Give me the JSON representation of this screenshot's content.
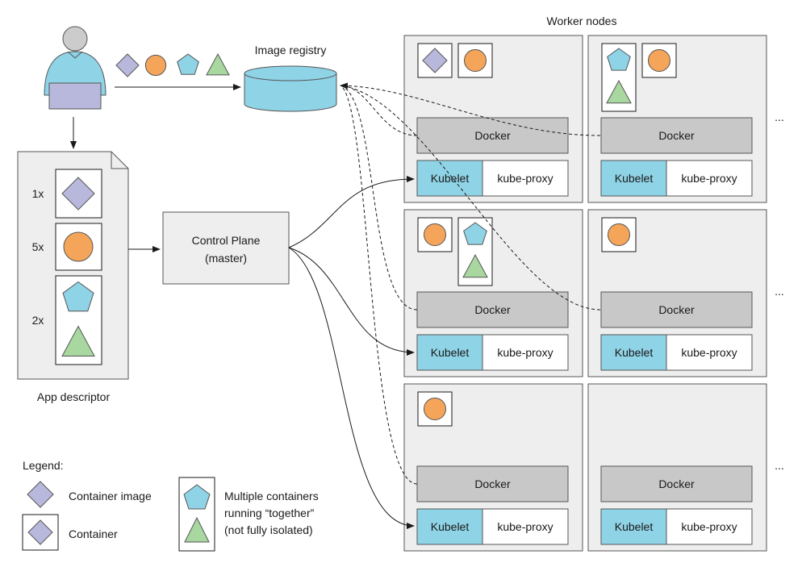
{
  "title": "Worker nodes",
  "image_registry": {
    "label": "Image registry"
  },
  "app_descriptor": {
    "label": "App descriptor",
    "rows": [
      {
        "count": "1x",
        "shapes": [
          "diamond"
        ]
      },
      {
        "count": "5x",
        "shapes": [
          "circle"
        ]
      },
      {
        "count": "2x",
        "shapes": [
          "pentagon",
          "triangle"
        ]
      }
    ]
  },
  "control_plane": {
    "line1": "Control Plane",
    "line2": "(master)"
  },
  "node_components": {
    "docker": "Docker",
    "kubelet": "Kubelet",
    "kube_proxy": "kube-proxy"
  },
  "ellipsis": "...",
  "legend": {
    "title": "Legend:",
    "container_image": "Container image",
    "container": "Container",
    "multi_line1": "Multiple containers",
    "multi_line2": "running “together”",
    "multi_line3": "(not fully isolated)"
  },
  "developer_images": [
    "diamond",
    "circle",
    "pentagon",
    "triangle"
  ],
  "worker_nodes": [
    {
      "pods": [
        [
          "diamond"
        ],
        [
          "circle"
        ]
      ]
    },
    {
      "pods": [
        [
          "pentagon",
          "triangle"
        ],
        [
          "circle"
        ]
      ]
    },
    {
      "pods": [
        [
          "circle"
        ],
        [
          "pentagon",
          "triangle"
        ]
      ]
    },
    {
      "pods": [
        [
          "circle"
        ]
      ]
    },
    {
      "pods": [
        [
          "circle"
        ]
      ]
    },
    {
      "pods": []
    }
  ],
  "colors": {
    "diamond": "#b8b8dd",
    "circle": "#f5a55a",
    "pentagon": "#8fd3e6",
    "triangle": "#a8d7a0",
    "kubelet": "#8fd3e6",
    "docker": "#c8c8c8",
    "node_bg": "#eeeeee",
    "registry": "#8fd3e6",
    "laptop": "#b8b8dd",
    "person_head": "#cccccc",
    "person_body": "#8fd3e6"
  }
}
